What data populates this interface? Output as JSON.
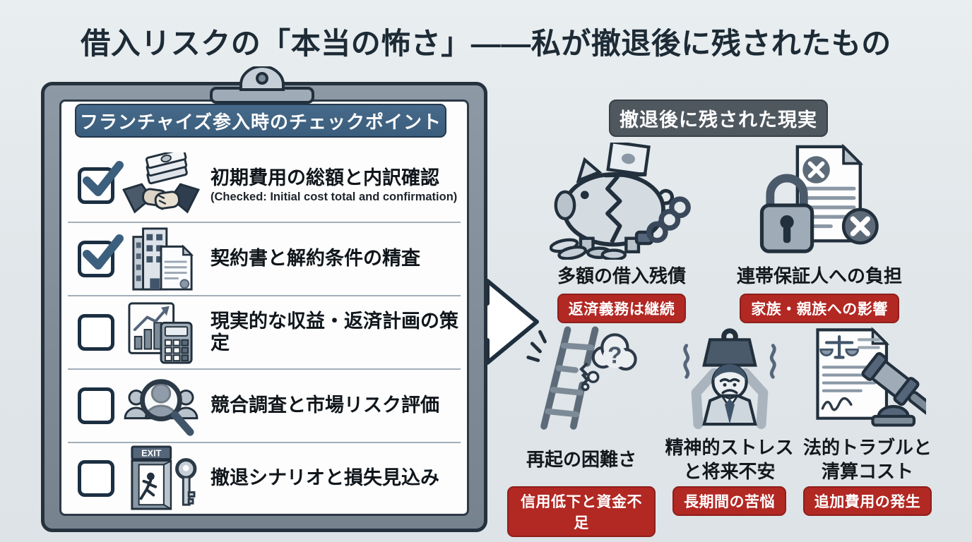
{
  "title": "借入リスクの「本当の怖さ」——私が撤退後に残されたもの",
  "checklist": {
    "header": "フランチャイズ参入時のチェックポイント",
    "items": [
      {
        "checked": true,
        "icon": "money-handshake-icon",
        "label": "初期費用の総額と内訳確認",
        "sublabel": "(Checked: Initial cost total and confirmation)"
      },
      {
        "checked": true,
        "icon": "building-contract-icon",
        "label": "契約書と解約条件の精査"
      },
      {
        "checked": false,
        "icon": "chart-calculator-icon",
        "label": "現実的な収益・返済計画の策定"
      },
      {
        "checked": false,
        "icon": "people-magnifier-icon",
        "label": "競合調査と市場リスク評価"
      },
      {
        "checked": false,
        "icon": "exit-door-key-icon",
        "label": "撤退シナリオと損失見込み",
        "exit_sign_label": "EXIT"
      }
    ]
  },
  "aftermath": {
    "header": "撤退後に残された現実",
    "items": [
      {
        "icon": "broken-piggy-bank-chain-icon",
        "label_lines": [
          "多額の借入残債"
        ],
        "badge": "返済義務は継続"
      },
      {
        "icon": "padlock-rejected-document-icon",
        "label_lines": [
          "連帯保証人への負担"
        ],
        "badge": "家族・親族への影響"
      },
      {
        "icon": "broken-ladder-icon",
        "label_lines": [
          "再起の困難さ"
        ],
        "badge": "信用低下と資金不足",
        "question_mark": "?"
      },
      {
        "icon": "stressed-person-weight-icon",
        "label_lines": [
          "精神的ストレス",
          "と将来不安"
        ],
        "badge": "長期間の苦悩"
      },
      {
        "icon": "legal-document-gavel-icon",
        "label_lines": [
          "法的トラブルと",
          "清算コスト"
        ],
        "badge": "追加費用の発生"
      }
    ]
  },
  "colors": {
    "background": "#e2e8eb",
    "title_text": "#1d2b36",
    "clipboard_frame": "#7e8a95",
    "clipboard_outline": "#25313d",
    "banner_bg": "#3f6180",
    "banner_text": "#ffffff",
    "aftermath_header_bg": "#4f575f",
    "alert_badge_bg": "#b22823",
    "alert_badge_text": "#ffffff",
    "check_color": "#3c5f7e"
  }
}
